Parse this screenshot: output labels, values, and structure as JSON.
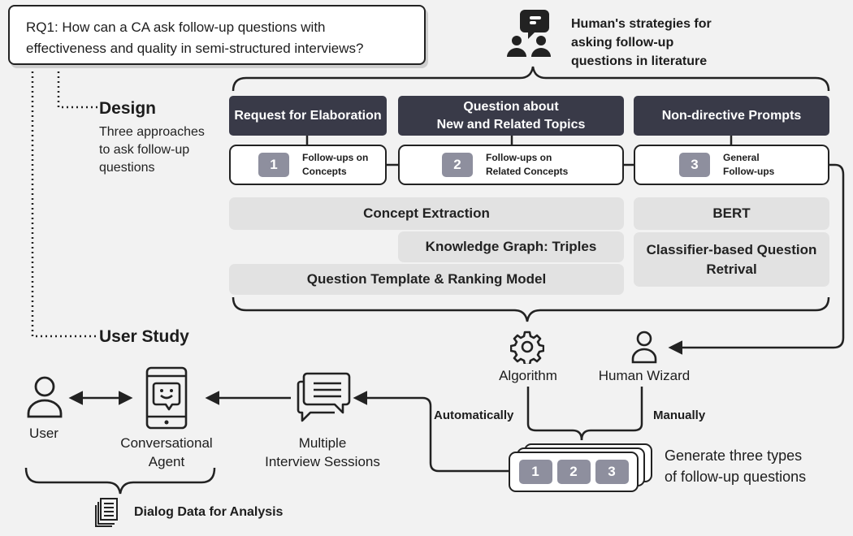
{
  "research_question": {
    "line1": "RQ1: How can a CA ask follow-up questions with",
    "line2": "effectiveness and quality in semi-structured interviews?"
  },
  "human_strategies": {
    "line1": "Human's strategies for",
    "line2": "asking follow-up",
    "line3": "questions in literature"
  },
  "design": {
    "title": "Design",
    "desc_line1": "Three approaches",
    "desc_line2": "to ask follow-up",
    "desc_line3": "questions"
  },
  "strategies": [
    {
      "title_line1": "Request for Elaboration",
      "title_line2": "",
      "number": "1",
      "approach_line1": "Follow-ups on",
      "approach_line2": "Concepts"
    },
    {
      "title_line1": "Question about",
      "title_line2": "New and Related Topics",
      "number": "2",
      "approach_line1": "Follow-ups on",
      "approach_line2": "Related Concepts"
    },
    {
      "title_line1": "Non-directive Prompts",
      "title_line2": "",
      "number": "3",
      "approach_line1": "General",
      "approach_line2": "Follow-ups"
    }
  ],
  "methods": {
    "concept_extraction": "Concept Extraction",
    "knowledge_graph": "Knowledge Graph: Triples",
    "question_template": "Question Template & Ranking Model",
    "bert": "BERT",
    "classifier_line1": "Classifier-based Question",
    "classifier_line2": "Retrival"
  },
  "user_study": {
    "title": "User Study"
  },
  "nodes": {
    "algorithm": "Algorithm",
    "human_wizard": "Human Wizard",
    "automatically": "Automatically",
    "manually": "Manually",
    "generate_line1": "Generate three types",
    "generate_line2": "of follow-up questions",
    "gen_numbers": [
      "1",
      "2",
      "3"
    ],
    "sessions_line1": "Multiple",
    "sessions_line2": "Interview Sessions",
    "agent_line1": "Conversational",
    "agent_line2": "Agent",
    "user": "User",
    "dialog_data": "Dialog Data for Analysis"
  }
}
